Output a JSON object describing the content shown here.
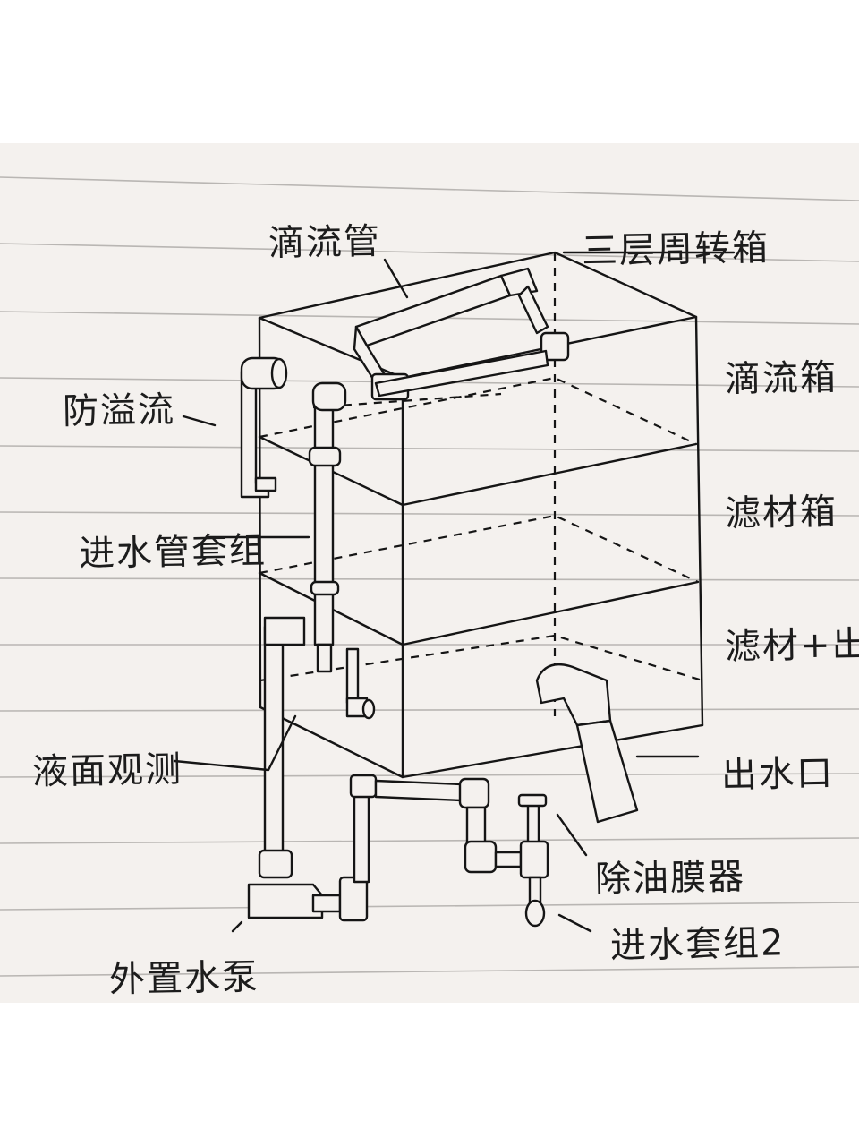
{
  "labels": {
    "drip_pipe": "滴流管",
    "three_layer_box": "三层周转箱",
    "drip_box": "滴流箱",
    "overflow_guard": "防溢流",
    "media_box": "滤材箱",
    "inlet_pipe_kit": "进水管套组",
    "media_water": "滤材+出水",
    "level_watch": "液面观测",
    "outlet": "出水口",
    "skimmer": "除油膜器",
    "inlet_kit_2": "进水套组2",
    "external_pump": "外置水泵"
  },
  "colors": {
    "paper": "#f4f1ee",
    "ink": "#151515",
    "rule_line": "#b9b6b3"
  }
}
